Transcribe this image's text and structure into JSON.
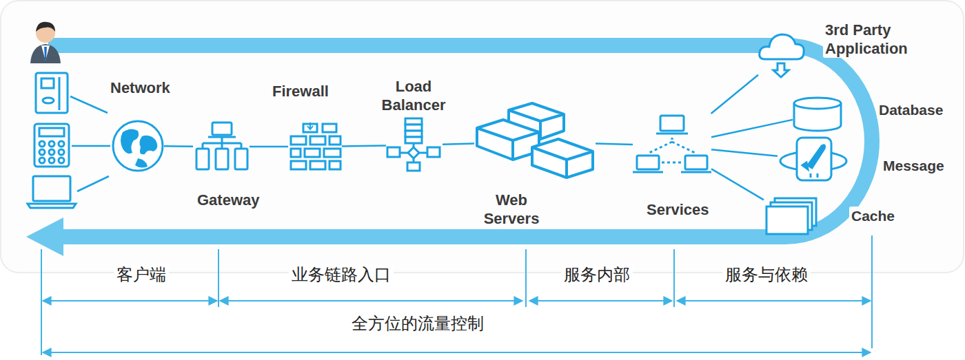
{
  "diagram": {
    "nodes": [
      {
        "text": [
          "Network"
        ]
      },
      {
        "text": [
          "Gateway"
        ]
      },
      {
        "text": [
          "Firewall"
        ]
      },
      {
        "text": [
          "Load Balancer"
        ]
      },
      {
        "text": [
          "Web Servers"
        ]
      },
      {
        "text": [
          "Services"
        ]
      },
      {
        "text": [
          "3rd Party Application"
        ]
      },
      {
        "text": [
          "Database"
        ]
      },
      {
        "text": [
          "Message"
        ]
      },
      {
        "text": [
          "Cache"
        ]
      }
    ],
    "edges": [
      {
        "from": 0,
        "to": 1,
        "arrow": "none"
      },
      {
        "from": 1,
        "to": 2,
        "arrow": "none"
      },
      {
        "from": 2,
        "to": 3,
        "arrow": "none"
      },
      {
        "from": 3,
        "to": 4,
        "arrow": "none"
      },
      {
        "from": 4,
        "to": 5,
        "arrow": "none"
      },
      {
        "from": 5,
        "to": 6,
        "arrow": "none"
      },
      {
        "from": 5,
        "to": 7,
        "arrow": "none"
      },
      {
        "from": 5,
        "to": 8,
        "arrow": "none"
      },
      {
        "from": 5,
        "to": 9,
        "arrow": "none"
      }
    ],
    "labels": [
      "客户端",
      "业务链路入口",
      "服务内部",
      "服务与依赖",
      "全方位的流量控制"
    ]
  }
}
